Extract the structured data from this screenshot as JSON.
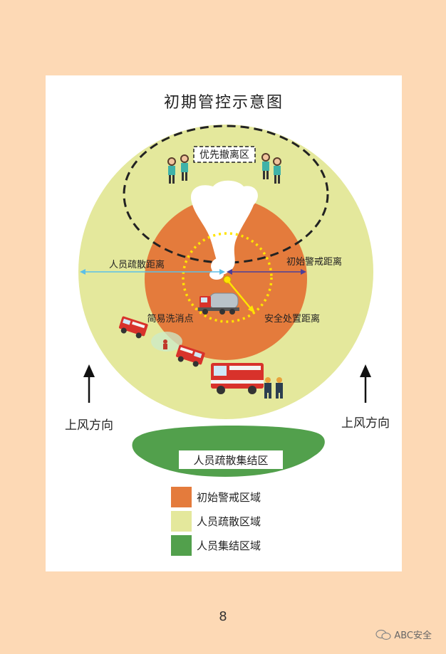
{
  "title": "初期管控示意图",
  "labels": {
    "priority_zone": "优先撤离区",
    "evac_distance": "人员疏散距离",
    "warning_distance": "初始警戒距离",
    "safe_distance": "安全处置距离",
    "decon_point": "简易洗消点",
    "upwind_left": "上风方向",
    "upwind_right": "上风方向",
    "assembly_area": "人员疏散集结区"
  },
  "legend": [
    {
      "label": "初始警戒区域",
      "color": "#e47b3c"
    },
    {
      "label": "人员疏散区域",
      "color": "#e4e89c"
    },
    {
      "label": "人员集结区域",
      "color": "#52a04c"
    }
  ],
  "colors": {
    "page_bg": "#fdd9b5",
    "warning_zone": "#e47b3c",
    "evac_zone": "#e4e89c",
    "assembly": "#52a04c",
    "safe_circle": "#ffe400",
    "evac_arrow": "#5bbfe8",
    "warning_arrow": "#4b3f9a"
  },
  "page_number": "8",
  "watermark": "ABC安全"
}
